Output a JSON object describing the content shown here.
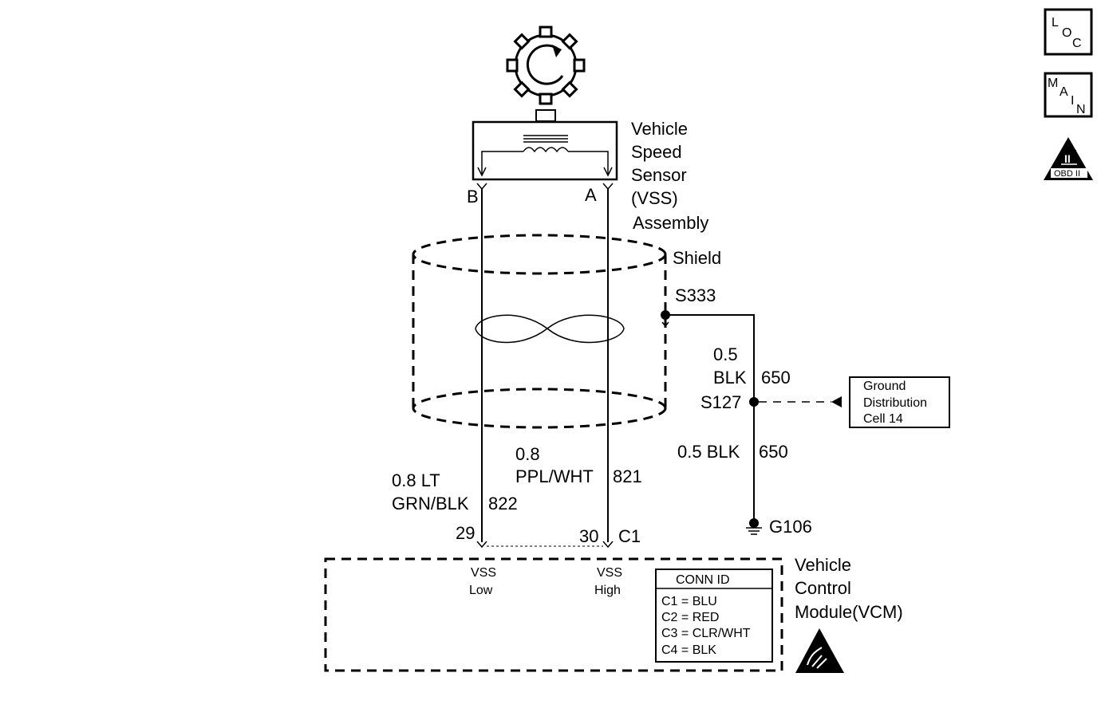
{
  "nav": {
    "loc": {
      "l1": "L",
      "l2": "O",
      "l3": "C"
    },
    "main": {
      "l1": "M",
      "l2": "A",
      "l3": "I",
      "l4": "N"
    },
    "obd": {
      "numeral": "II",
      "label": "OBD II"
    }
  },
  "sensor": {
    "name_lines": [
      "Vehicle",
      "Speed",
      "Sensor",
      "(VSS)",
      "Assembly"
    ],
    "pin_b": "B",
    "pin_a": "A"
  },
  "shield": {
    "label": "Shield"
  },
  "splices": {
    "s333": "S333",
    "s127": "S127",
    "g106": "G106"
  },
  "wires": {
    "upper_ground": {
      "size": "0.5",
      "color": "BLK",
      "circuit": "650"
    },
    "lower_ground": {
      "size_color": "0.5 BLK",
      "circuit": "650"
    },
    "high": {
      "size": "0.8",
      "color": "PPL/WHT",
      "circuit": "821"
    },
    "low": {
      "size": "0.8 LT",
      "color": "GRN/BLK",
      "circuit": "822"
    }
  },
  "ground_distribution": {
    "lines": [
      "Ground",
      "Distribution",
      "Cell 14"
    ]
  },
  "connector": {
    "pin_low": "29",
    "pin_high": "30",
    "id": "C1"
  },
  "vcm": {
    "name_lines": [
      "Vehicle",
      "Control",
      "Module(VCM)"
    ],
    "vss_low": [
      "VSS",
      "Low"
    ],
    "vss_high": [
      "VSS",
      "High"
    ]
  },
  "conn_id": {
    "title": "CONN ID",
    "rows": [
      "C1  =  BLU",
      "C2  =  RED",
      "C3  =  CLR/WHT",
      "C4  =  BLK"
    ]
  }
}
